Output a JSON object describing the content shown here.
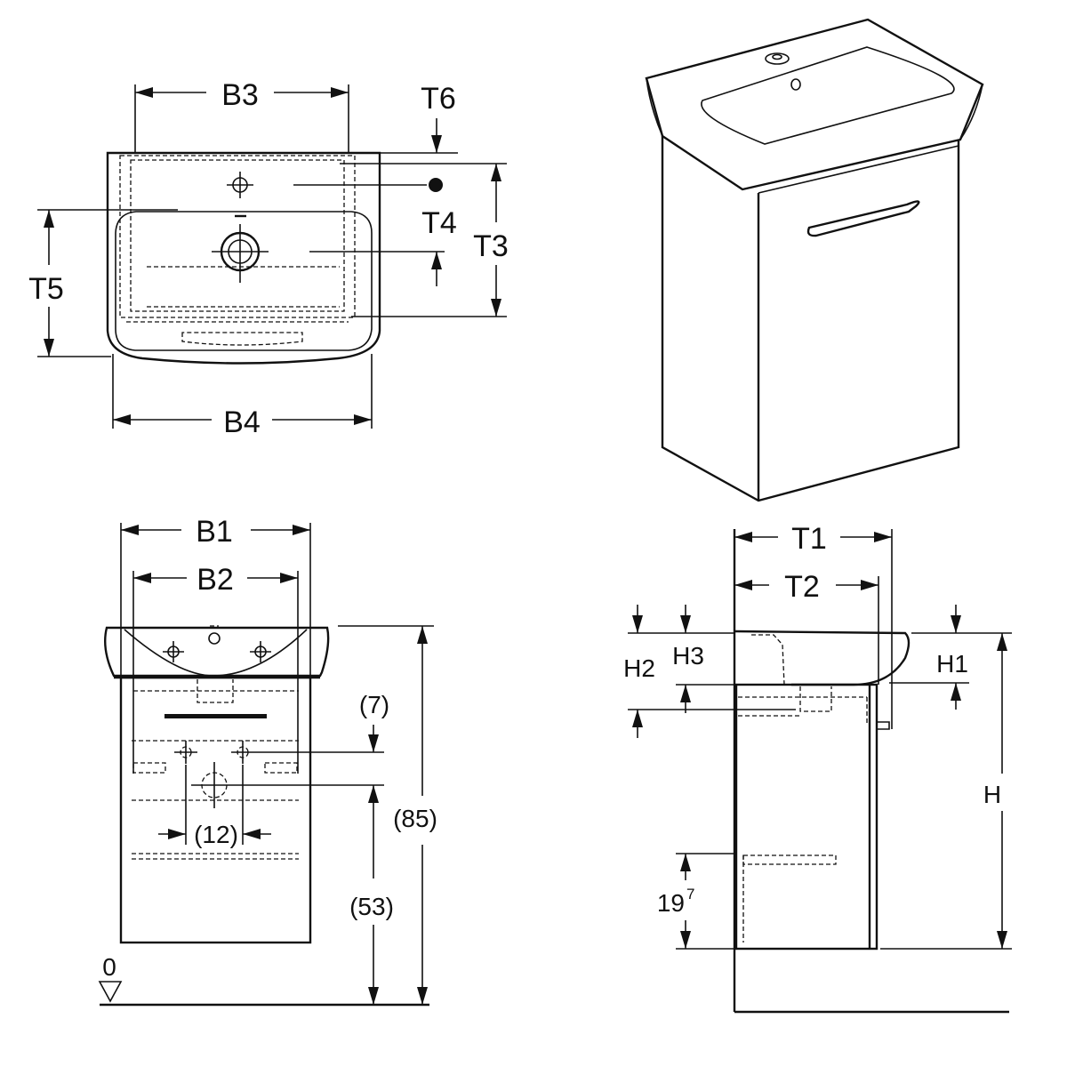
{
  "top_view": {
    "B3": "B3",
    "B4": "B4",
    "T3": "T3",
    "T4": "T4",
    "T5": "T5",
    "T6": "T6"
  },
  "front_view": {
    "B1": "B1",
    "B2": "B2",
    "dim_7": "(7)",
    "dim_12": "(12)",
    "dim_53": "(53)",
    "dim_85": "(85)",
    "floor": "0"
  },
  "side_view": {
    "T1": "T1",
    "T2": "T2",
    "H": "H",
    "H1": "H1",
    "H2": "H2",
    "H3": "H3",
    "dim_19": "19",
    "dim_19_sup": "7"
  }
}
